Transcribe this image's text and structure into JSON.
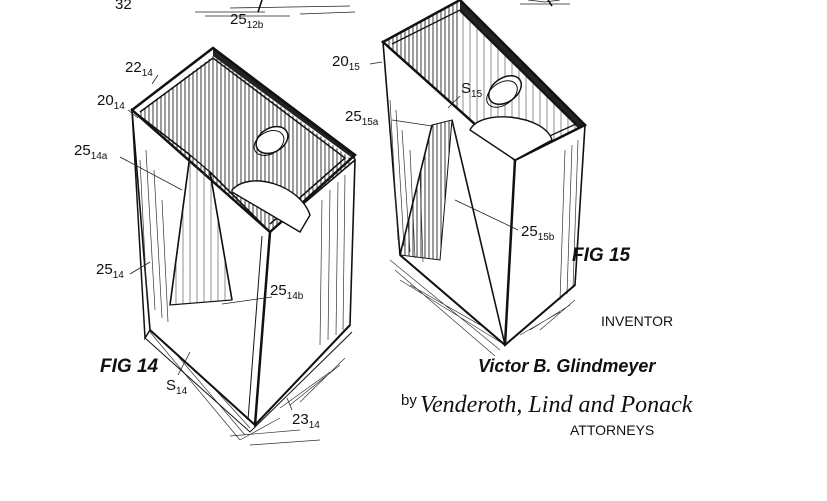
{
  "top_labels": {
    "n32": "32",
    "n25_12b": "25",
    "n25_12b_sub": "12b"
  },
  "fig14": {
    "title": "FIG 14",
    "labels": [
      {
        "main": "22",
        "sub": "14"
      },
      {
        "main": "20",
        "sub": "14"
      },
      {
        "main": "25",
        "sub": "14a"
      },
      {
        "main": "25",
        "sub": "14"
      },
      {
        "main": "25",
        "sub": "14b"
      },
      {
        "main": "S",
        "sub": "14"
      },
      {
        "main": "23",
        "sub": "14"
      }
    ]
  },
  "fig15": {
    "title": "FIG 15",
    "labels": [
      {
        "main": "20",
        "sub": "15"
      },
      {
        "main": "S",
        "sub": "15"
      },
      {
        "main": "25",
        "sub": "15a"
      },
      {
        "main": "25",
        "sub": "15b"
      }
    ]
  },
  "credits": {
    "inventor_heading": "INVENTOR",
    "inventor_name": "Victor B. Glindmeyer",
    "by": "by",
    "signature": "Venderoth, Lind and Ponack",
    "attorneys": "ATTORNEYS"
  }
}
